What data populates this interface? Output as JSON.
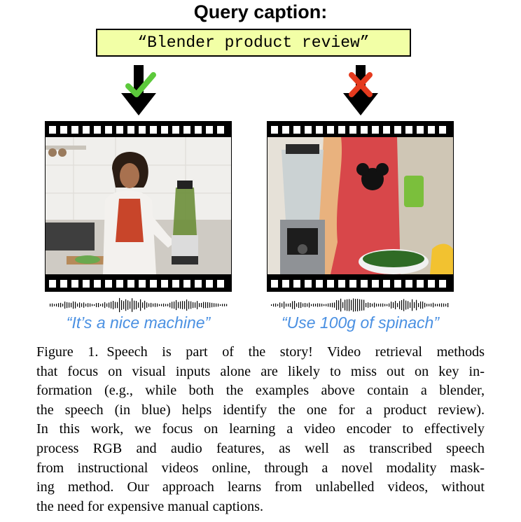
{
  "header": {
    "title": "Query caption:",
    "query": "“Blender product review”"
  },
  "examples": [
    {
      "result": "match",
      "result_icon": "check-icon",
      "result_color": "#5cc93b",
      "speech": "“It’s a nice machine”"
    },
    {
      "result": "mismatch",
      "result_icon": "cross-icon",
      "result_color": "#e53a1e",
      "speech": "“Use 100g of spinach”"
    }
  ],
  "speech_color": "#4a90e2",
  "query_box_color": "#f2ffa6",
  "caption": {
    "label": "Figure 1.",
    "lines": [
      "Speech is part of the story! Video retrieval methods",
      "that focus on visual inputs alone are likely to miss out on key in-",
      "formation (e.g., while both the examples above contain a blender,",
      "the speech (in blue) helps identify the one for a product review).",
      "In this work, we focus on learning a video encoder to effectively",
      "process RGB and audio features, as well as transcribed speech",
      "from instructional videos online, through a novel modality mask-",
      "ing method. Our approach learns from unlabelled videos, without",
      "the need for expensive manual captions."
    ]
  }
}
